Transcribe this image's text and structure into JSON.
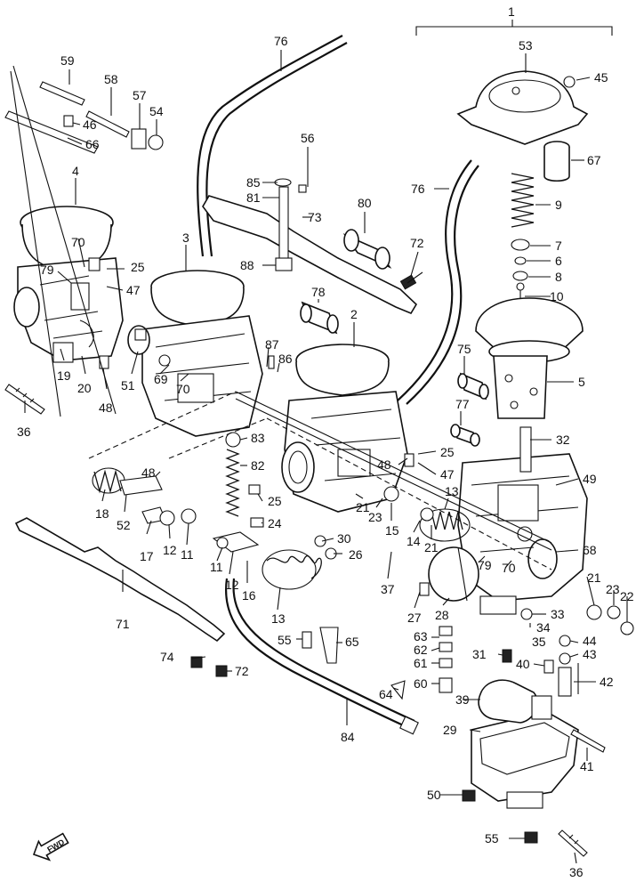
{
  "diagram": {
    "callouts": [
      {
        "id": "c1",
        "text": "1"
      },
      {
        "id": "c2",
        "text": "2"
      },
      {
        "id": "c3",
        "text": "3"
      },
      {
        "id": "c4",
        "text": "4"
      },
      {
        "id": "c5",
        "text": "5"
      },
      {
        "id": "c6",
        "text": "6"
      },
      {
        "id": "c7",
        "text": "7"
      },
      {
        "id": "c8",
        "text": "8"
      },
      {
        "id": "c9",
        "text": "9"
      },
      {
        "id": "c10",
        "text": "10"
      },
      {
        "id": "c11a",
        "text": "11"
      },
      {
        "id": "c11b",
        "text": "11"
      },
      {
        "id": "c12a",
        "text": "12"
      },
      {
        "id": "c12b",
        "text": "12"
      },
      {
        "id": "c13a",
        "text": "13"
      },
      {
        "id": "c13b",
        "text": "13"
      },
      {
        "id": "c14",
        "text": "14"
      },
      {
        "id": "c15",
        "text": "15"
      },
      {
        "id": "c16",
        "text": "16"
      },
      {
        "id": "c17",
        "text": "17"
      },
      {
        "id": "c18",
        "text": "18"
      },
      {
        "id": "c19",
        "text": "19"
      },
      {
        "id": "c20",
        "text": "20"
      },
      {
        "id": "c21a",
        "text": "21"
      },
      {
        "id": "c21b",
        "text": "21"
      },
      {
        "id": "c21c",
        "text": "21"
      },
      {
        "id": "c22",
        "text": "22"
      },
      {
        "id": "c23a",
        "text": "23"
      },
      {
        "id": "c23b",
        "text": "23"
      },
      {
        "id": "c24",
        "text": "24"
      },
      {
        "id": "c25a",
        "text": "25"
      },
      {
        "id": "c25b",
        "text": "25"
      },
      {
        "id": "c25c",
        "text": "25"
      },
      {
        "id": "c26",
        "text": "26"
      },
      {
        "id": "c27",
        "text": "27"
      },
      {
        "id": "c28",
        "text": "28"
      },
      {
        "id": "c29",
        "text": "29"
      },
      {
        "id": "c30",
        "text": "30"
      },
      {
        "id": "c31",
        "text": "31"
      },
      {
        "id": "c32",
        "text": "32"
      },
      {
        "id": "c33",
        "text": "33"
      },
      {
        "id": "c34",
        "text": "34"
      },
      {
        "id": "c35",
        "text": "35"
      },
      {
        "id": "c36a",
        "text": "36"
      },
      {
        "id": "c36b",
        "text": "36"
      },
      {
        "id": "c37",
        "text": "37"
      },
      {
        "id": "c39",
        "text": "39"
      },
      {
        "id": "c40",
        "text": "40"
      },
      {
        "id": "c41",
        "text": "41"
      },
      {
        "id": "c42",
        "text": "42"
      },
      {
        "id": "c43",
        "text": "43"
      },
      {
        "id": "c44",
        "text": "44"
      },
      {
        "id": "c45",
        "text": "45"
      },
      {
        "id": "c46",
        "text": "46"
      },
      {
        "id": "c47a",
        "text": "47"
      },
      {
        "id": "c47b",
        "text": "47"
      },
      {
        "id": "c48a",
        "text": "48"
      },
      {
        "id": "c48b",
        "text": "48"
      },
      {
        "id": "c48c",
        "text": "48"
      },
      {
        "id": "c49",
        "text": "49"
      },
      {
        "id": "c50",
        "text": "50"
      },
      {
        "id": "c51",
        "text": "51"
      },
      {
        "id": "c52",
        "text": "52"
      },
      {
        "id": "c53",
        "text": "53"
      },
      {
        "id": "c54",
        "text": "54"
      },
      {
        "id": "c55a",
        "text": "55"
      },
      {
        "id": "c55b",
        "text": "55"
      },
      {
        "id": "c56",
        "text": "56"
      },
      {
        "id": "c57",
        "text": "57"
      },
      {
        "id": "c58",
        "text": "58"
      },
      {
        "id": "c59",
        "text": "59"
      },
      {
        "id": "c60",
        "text": "60"
      },
      {
        "id": "c61",
        "text": "61"
      },
      {
        "id": "c62",
        "text": "62"
      },
      {
        "id": "c63",
        "text": "63"
      },
      {
        "id": "c64",
        "text": "64"
      },
      {
        "id": "c65",
        "text": "65"
      },
      {
        "id": "c66",
        "text": "66"
      },
      {
        "id": "c67",
        "text": "67"
      },
      {
        "id": "c68",
        "text": "68"
      },
      {
        "id": "c69",
        "text": "69"
      },
      {
        "id": "c70a",
        "text": "70"
      },
      {
        "id": "c70b",
        "text": "70"
      },
      {
        "id": "c70c",
        "text": "70"
      },
      {
        "id": "c71",
        "text": "71"
      },
      {
        "id": "c72a",
        "text": "72"
      },
      {
        "id": "c72b",
        "text": "72"
      },
      {
        "id": "c73",
        "text": "73"
      },
      {
        "id": "c74",
        "text": "74"
      },
      {
        "id": "c75",
        "text": "75"
      },
      {
        "id": "c76a",
        "text": "76"
      },
      {
        "id": "c76b",
        "text": "76"
      },
      {
        "id": "c77",
        "text": "77"
      },
      {
        "id": "c78",
        "text": "78"
      },
      {
        "id": "c79a",
        "text": "79"
      },
      {
        "id": "c79b",
        "text": "79"
      },
      {
        "id": "c80",
        "text": "80"
      },
      {
        "id": "c81",
        "text": "81"
      },
      {
        "id": "c82",
        "text": "82"
      },
      {
        "id": "c83",
        "text": "83"
      },
      {
        "id": "c84",
        "text": "84"
      },
      {
        "id": "c85",
        "text": "85"
      },
      {
        "id": "c86",
        "text": "86"
      },
      {
        "id": "c87",
        "text": "87"
      },
      {
        "id": "c88",
        "text": "88"
      }
    ],
    "front_marker": {
      "text": "FWD",
      "icon": "front-arrow-icon"
    }
  }
}
